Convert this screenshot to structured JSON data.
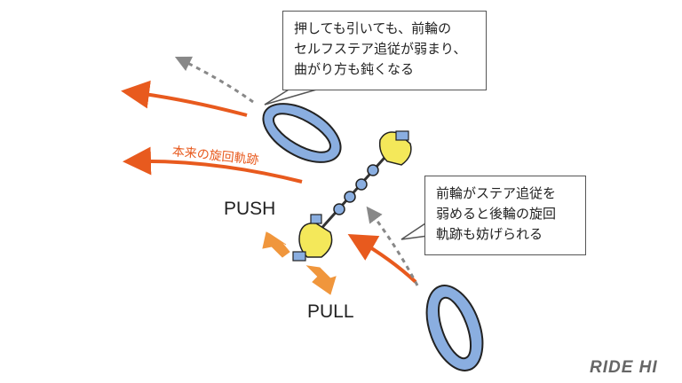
{
  "callouts": {
    "top": [
      "押しても引いても、前輪の",
      "セルフステア追従が弱まり、",
      "曲がり方も鈍くなる"
    ],
    "right": [
      "前輪がステア追従を",
      "弱めると後輪の旋回",
      "軌跡も妨げられる"
    ]
  },
  "labels": {
    "trajectory": "本来の旋回軌跡",
    "push": "PUSH",
    "pull": "PULL"
  },
  "logo": "RIDE HI",
  "colors": {
    "orange_arrow": "#e85a1e",
    "light_orange_arrow": "#f0963c",
    "tire_blue": "#8aaee0",
    "rider_yellow": "#f4e85a",
    "dashed_gray": "#888888"
  }
}
